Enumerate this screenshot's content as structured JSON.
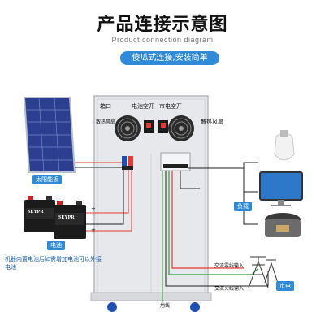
{
  "header": {
    "title": "产品连接示意图",
    "subtitle": "Product connection diagram",
    "pill": "傻瓜式连接,安装简单"
  },
  "cabinet_labels": {
    "port": "箱口",
    "battery_breaker": "电池空开",
    "mains_breaker": "市电空开",
    "fan_left": "散热风扇",
    "fan_right": "散热风扇",
    "ground": "地线"
  },
  "components": {
    "solar_panel": "太阳能板",
    "battery": "电池",
    "battery_brand": "SEYPR",
    "load": "负载",
    "grid": "市电"
  },
  "wiring": {
    "neutral_input": "交流零线输入",
    "live_input": "交流火线输入",
    "plus_a": "+",
    "minus_a": "-",
    "plus_b": "+"
  },
  "notes": {
    "battery_note": "机器内置电池后如需增加电池可以外接电池"
  },
  "colors": {
    "accent": "#2f8bd8",
    "wire_red": "#e53935",
    "wire_green": "#2e9d3a",
    "cabinet": "#e6e8ec"
  }
}
